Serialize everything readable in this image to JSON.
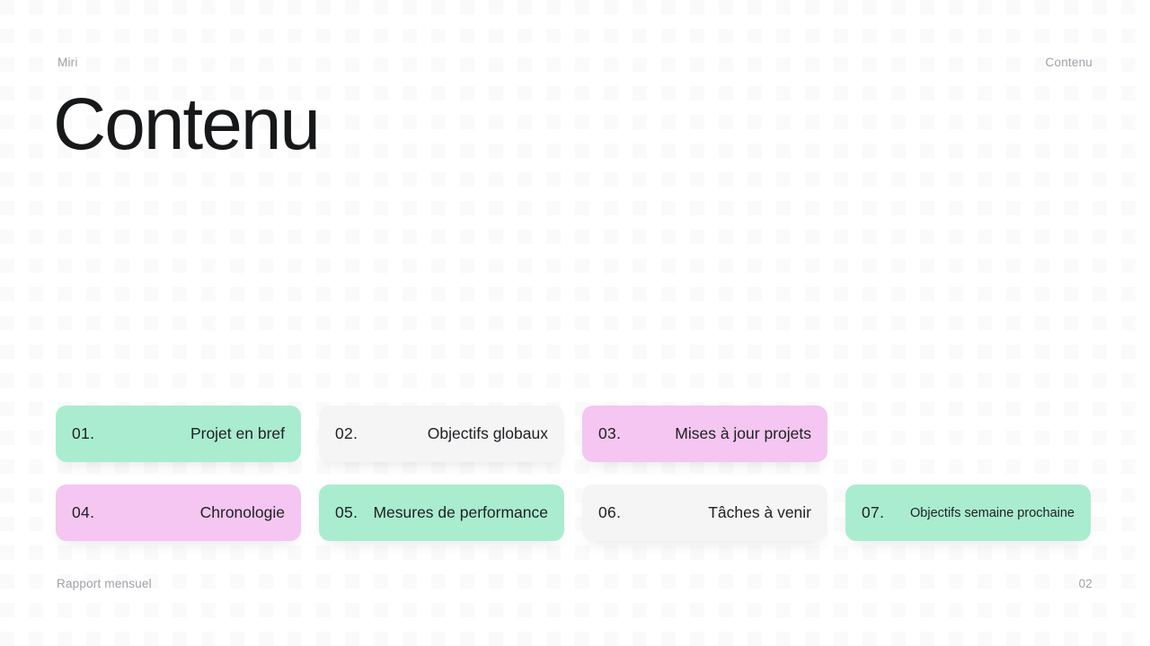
{
  "slide": {
    "brand": "Miri",
    "header_section": "Contenu",
    "title": "Contenu",
    "footer": "Rapport mensuel",
    "page_number": "02"
  },
  "toc": {
    "items": [
      {
        "number": "01.",
        "label": "Projet en bref",
        "color": "mint"
      },
      {
        "number": "02.",
        "label": "Objectifs globaux",
        "color": "gray"
      },
      {
        "number": "03.",
        "label": "Mises à jour projets",
        "color": "pink"
      },
      {
        "number": "04.",
        "label": "Chronologie",
        "color": "pink"
      },
      {
        "number": "05.",
        "label": "Mesures de performance",
        "color": "mint"
      },
      {
        "number": "06.",
        "label": "Tâches à venir",
        "color": "gray"
      },
      {
        "number": "07.",
        "label": "Objectifs semaine prochaine",
        "color": "mint"
      }
    ]
  },
  "colors": {
    "mint": "#aaeccf",
    "pink": "#f4c6f1",
    "gray": "#f5f5f6",
    "card_text": "#202125",
    "muted_text": "#9fa1a6",
    "title_text": "#17181a",
    "background_pattern": "#fafafb"
  }
}
